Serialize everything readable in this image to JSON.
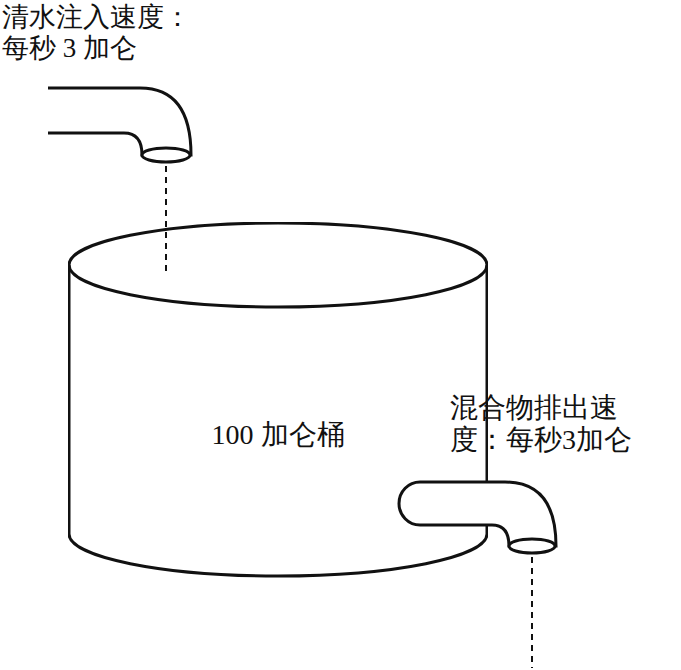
{
  "diagram": {
    "nodes": [
      {
        "text": [
          "100 加仑桶"
        ]
      }
    ],
    "labels": [
      "清水注入速度：每秒 3 加仑",
      "混合物排出速度：每秒3加仑"
    ]
  }
}
